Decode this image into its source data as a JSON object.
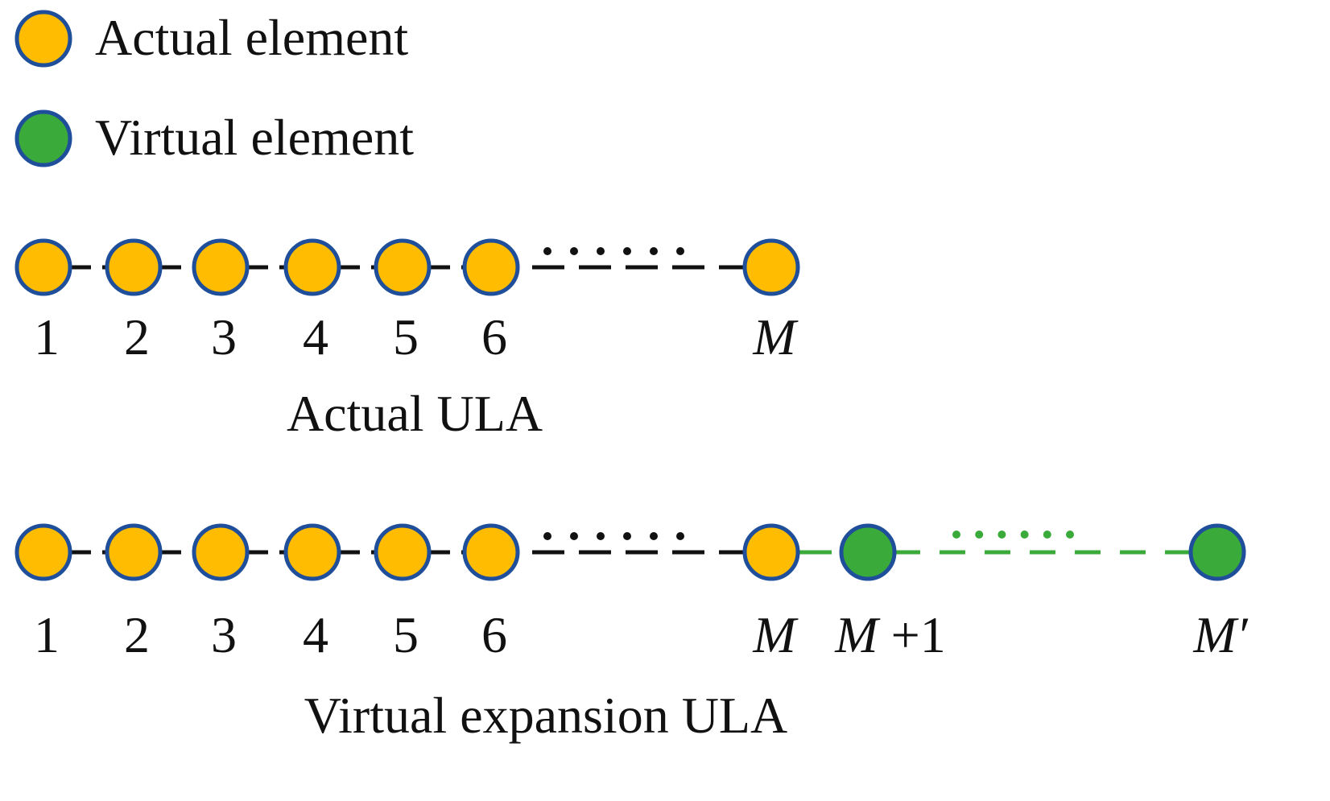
{
  "colors": {
    "actual_fill": "#FFBC00",
    "virtual_fill": "#3AAA3A",
    "outline": "#1F4E9A",
    "actual_link": "#111111",
    "virtual_link": "#3AAA3A"
  },
  "legend": [
    {
      "kind": "actual",
      "label": "Actual element"
    },
    {
      "kind": "virtual",
      "label": "Virtual element"
    }
  ],
  "arrays": [
    {
      "title": "Actual ULA",
      "elements": [
        {
          "kind": "actual",
          "label": "1"
        },
        {
          "kind": "actual",
          "label": "2"
        },
        {
          "kind": "actual",
          "label": "3"
        },
        {
          "kind": "actual",
          "label": "4"
        },
        {
          "kind": "actual",
          "label": "5"
        },
        {
          "kind": "actual",
          "label": "6"
        },
        {
          "kind": "actual",
          "label": "M",
          "italic": true
        }
      ]
    },
    {
      "title": "Virtual expansion ULA",
      "elements": [
        {
          "kind": "actual",
          "label": "1"
        },
        {
          "kind": "actual",
          "label": "2"
        },
        {
          "kind": "actual",
          "label": "3"
        },
        {
          "kind": "actual",
          "label": "4"
        },
        {
          "kind": "actual",
          "label": "5"
        },
        {
          "kind": "actual",
          "label": "6"
        },
        {
          "kind": "actual",
          "label": "M",
          "italic": true
        },
        {
          "kind": "virtual",
          "label": "M",
          "label_suffix": " +1",
          "italic": true
        },
        {
          "kind": "virtual",
          "label": "M′",
          "italic": true
        }
      ]
    }
  ]
}
